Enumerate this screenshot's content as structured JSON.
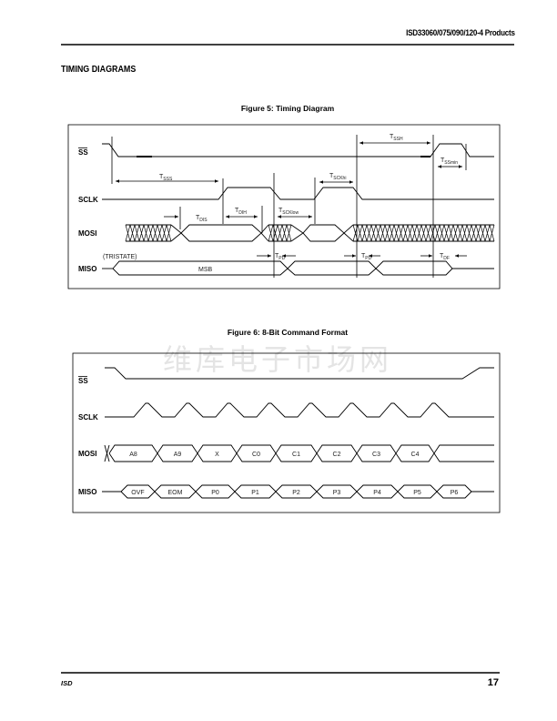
{
  "header": {
    "title": "ISD33060/075/090/120-4 Products"
  },
  "section_title": "TIMING DIAGRAMS",
  "watermark": "维库电子市场网",
  "figure5": {
    "title": "Figure 5:  Timing Diagram",
    "signals": {
      "ss": "SS",
      "sclk": "SCLK",
      "mosi": "MOSI",
      "miso": "MISO"
    },
    "tristate": "(TRISTATE)",
    "msb": "MSB",
    "timings": {
      "tssh": {
        "base": "T",
        "sub": "SSH"
      },
      "tssmin": {
        "base": "T",
        "sub": "SSmin"
      },
      "tsss": {
        "base": "T",
        "sub": "SSS"
      },
      "tsckhi": {
        "base": "T",
        "sub": "SCKhi"
      },
      "tdis": {
        "base": "T",
        "sub": "DIS"
      },
      "tdih": {
        "base": "T",
        "sub": "DIH"
      },
      "tscklow": {
        "base": "T",
        "sub": "SCKlow"
      },
      "tpd1": {
        "base": "T",
        "sub": "PD"
      },
      "tpd2": {
        "base": "T",
        "sub": "PD"
      },
      "tdf": {
        "base": "T",
        "sub": "DF"
      }
    }
  },
  "figure6": {
    "title": "Figure 6:  8-Bit Command Format",
    "signals": {
      "ss": "SS",
      "sclk": "SCLK",
      "mosi": "MOSI",
      "miso": "MISO"
    },
    "mosi_bits": [
      "A8",
      "A9",
      "X",
      "C0",
      "C1",
      "C2",
      "C3",
      "C4"
    ],
    "miso_bits": [
      "OVF",
      "EOM",
      "P0",
      "P1",
      "P2",
      "P3",
      "P4",
      "P5",
      "P6"
    ]
  },
  "footer": {
    "left": "ISD",
    "right": "17"
  }
}
